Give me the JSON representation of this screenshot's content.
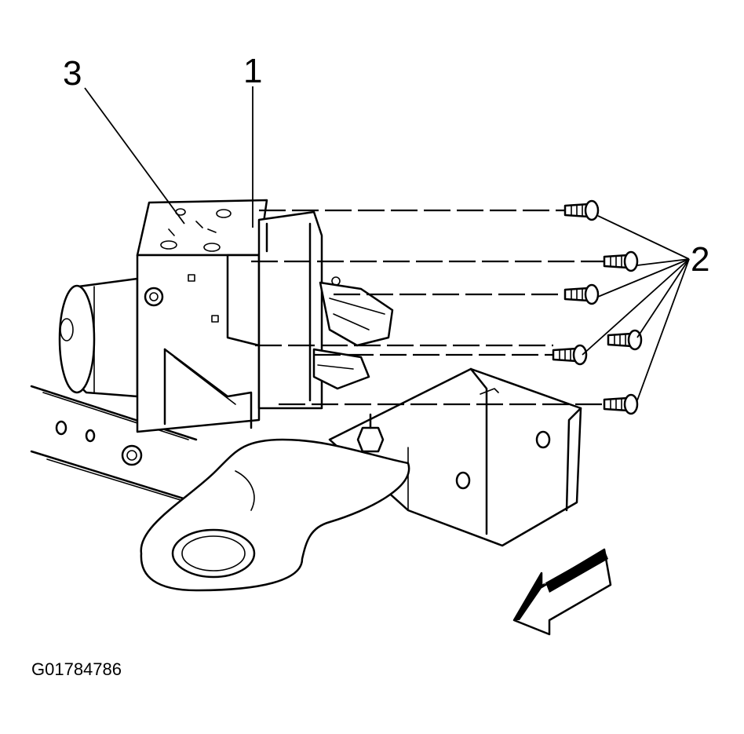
{
  "callouts": {
    "part_1": "1",
    "part_2": "2",
    "part_3": "3"
  },
  "figure_id": "G01784786",
  "colors": {
    "ink": "#000000",
    "paper": "#ffffff"
  },
  "icons": [
    "bolt-icon",
    "arrow-icon"
  ]
}
